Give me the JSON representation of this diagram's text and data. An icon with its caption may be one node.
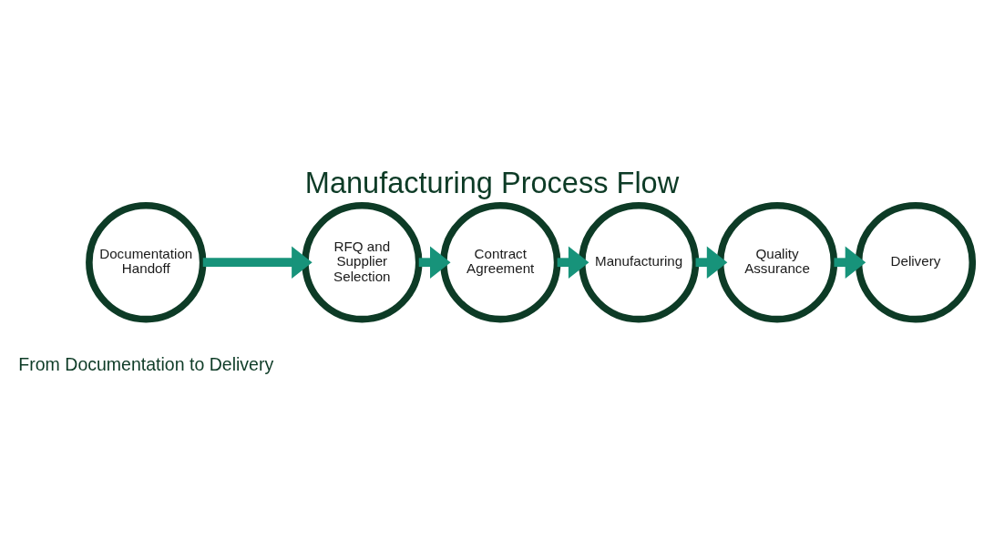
{
  "diagram": {
    "title": "Manufacturing Process Flow",
    "nodes": [
      {
        "text": [
          "Documentation Handoff"
        ]
      },
      {
        "text": [
          "RFQ and Supplier Selection"
        ]
      },
      {
        "text": [
          "Contract Agreement"
        ]
      },
      {
        "text": [
          "Manufacturing"
        ]
      },
      {
        "text": [
          "Quality Assurance"
        ]
      },
      {
        "text": [
          "Delivery"
        ]
      }
    ],
    "edges": [
      {
        "from": 0,
        "to": 1,
        "arrow": "to"
      },
      {
        "from": 1,
        "to": 2,
        "arrow": "to"
      },
      {
        "from": 2,
        "to": 3,
        "arrow": "to"
      },
      {
        "from": 3,
        "to": 4,
        "arrow": "to"
      },
      {
        "from": 4,
        "to": 5,
        "arrow": "to"
      }
    ],
    "labels": [
      "From Documentation to Delivery"
    ]
  }
}
